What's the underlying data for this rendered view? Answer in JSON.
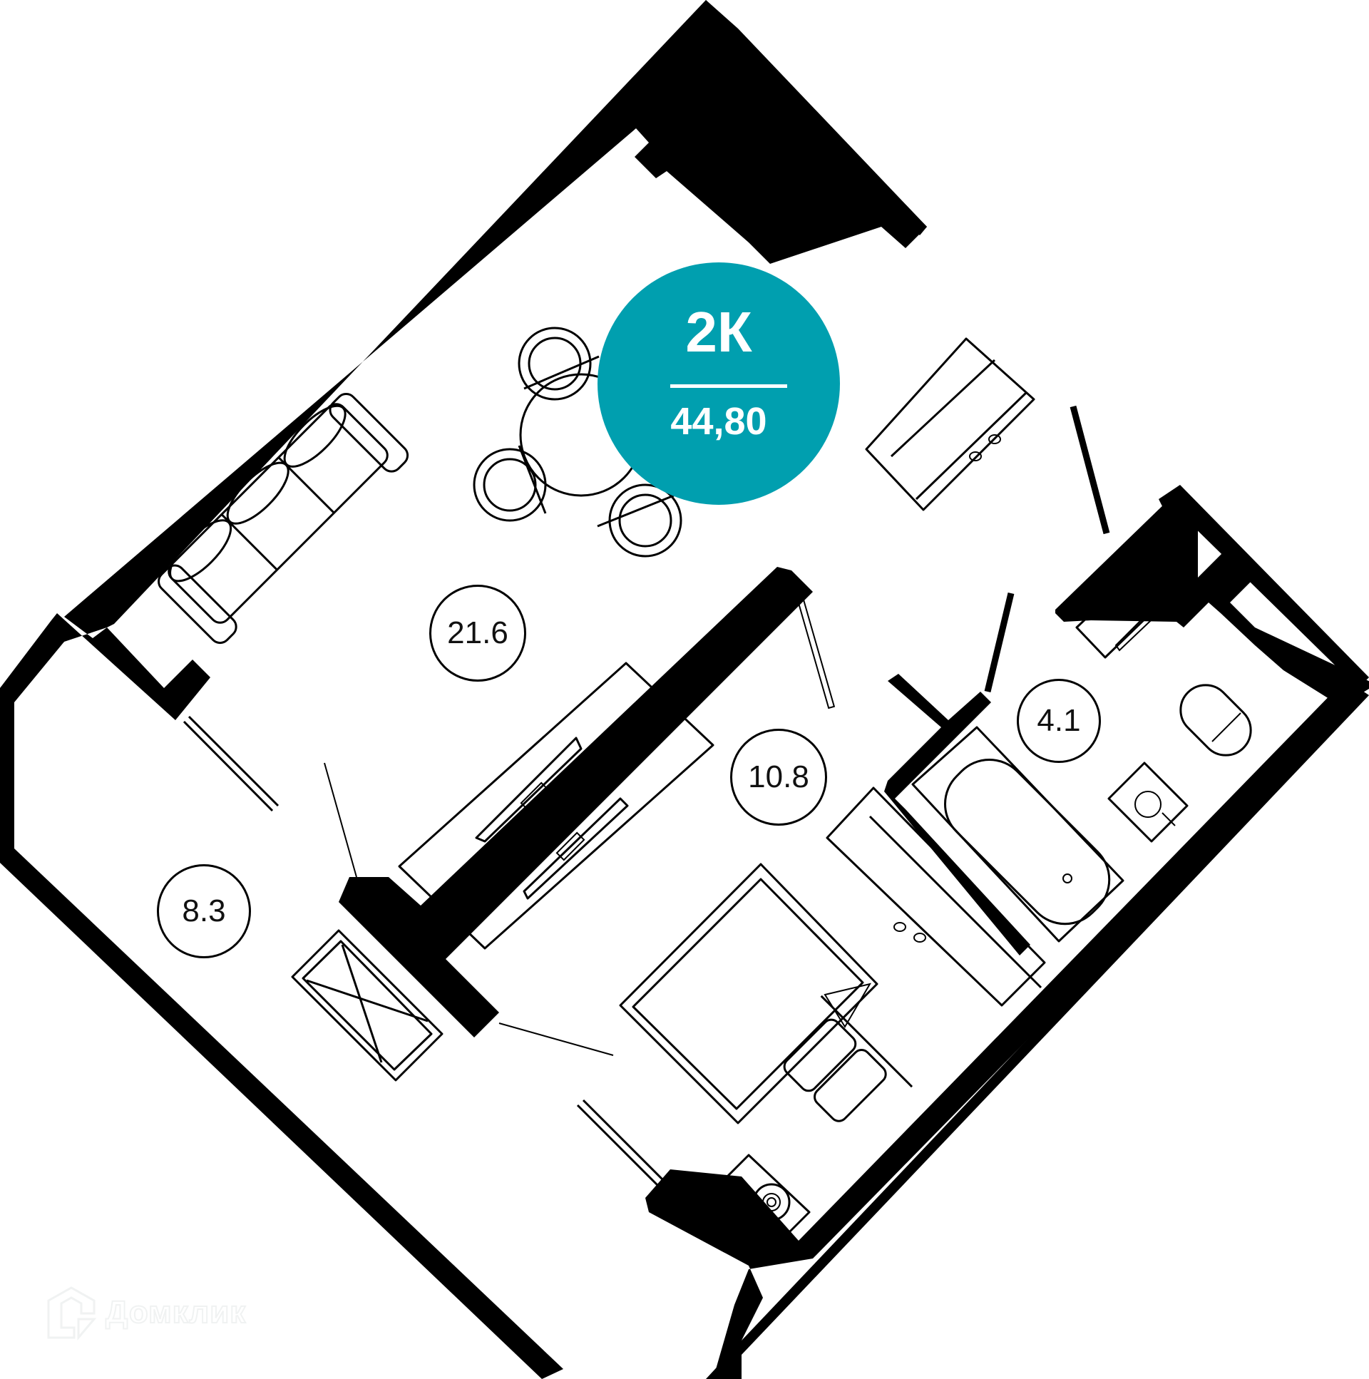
{
  "apartment": {
    "type_label": "2К",
    "total_area": "44,80",
    "badge_color": "#009faf"
  },
  "rooms": [
    {
      "id": "living-room",
      "area": "21.6"
    },
    {
      "id": "bedroom",
      "area": "10.8"
    },
    {
      "id": "hallway",
      "area": "8.3"
    },
    {
      "id": "bathroom",
      "area": "4.1"
    }
  ],
  "watermark": {
    "brand": "Домклик"
  }
}
